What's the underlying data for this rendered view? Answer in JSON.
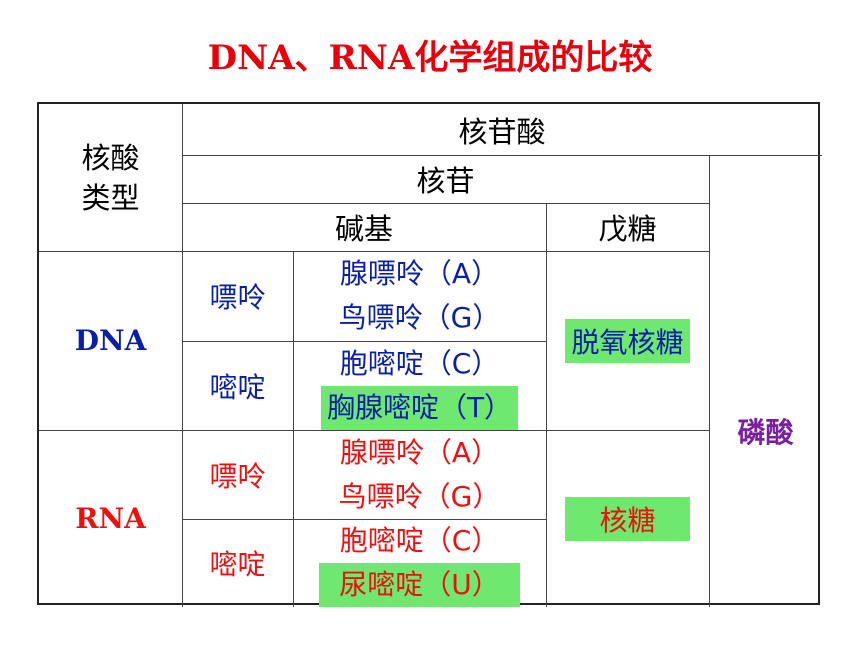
{
  "title": "DNA、RNA化学组成的比较",
  "headers": {
    "nucleic_type_line1": "核酸",
    "nucleic_type_line2": "类型",
    "nucleotide": "核苷酸",
    "nucleoside": "核苷",
    "base": "碱基",
    "pentose": "戊糖",
    "phosphate": "磷酸"
  },
  "rows": {
    "dna": {
      "label": "DNA",
      "purine": "嘌呤",
      "pyrimidine": "嘧啶",
      "bases": [
        "腺嘌呤（A）",
        "鸟嘌呤（G）",
        "胞嘧啶（C）",
        "胸腺嘧啶（T）"
      ],
      "sugar": "脱氧核糖"
    },
    "rna": {
      "label": "RNA",
      "purine": "嘌呤",
      "pyrimidine": "嘧啶",
      "bases": [
        "腺嘌呤（A）",
        "鸟嘌呤（G）",
        "胞嘧啶（C）",
        "尿嘧啶（U）"
      ],
      "sugar": "核糖"
    }
  },
  "colors": {
    "title": "#e8000b",
    "dna_text": "#0a1fa8",
    "rna_text": "#ee1010",
    "highlight": "#6ee86e",
    "phosphate_text": "#7a1fa0"
  }
}
